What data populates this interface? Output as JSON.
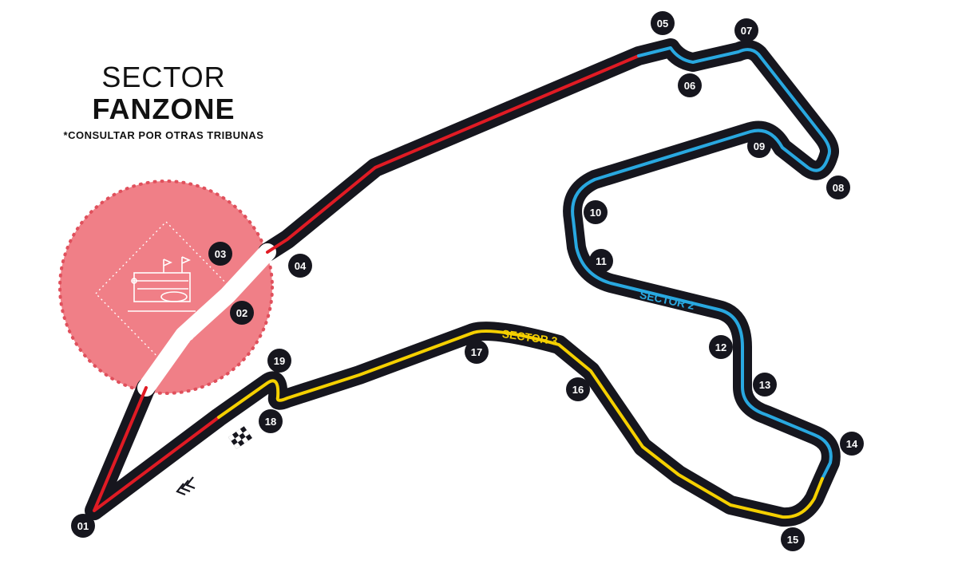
{
  "title": {
    "line1": "SECTOR",
    "line2": "FANZONE",
    "note": "*CONSULTAR POR OTRAS TRIBUNAS"
  },
  "sectors": [
    {
      "label": "SECTOR 2",
      "color": "#29a8e0"
    },
    {
      "label": "SECTOR 3",
      "color": "#f5d000"
    }
  ],
  "sector1_color": "#e01b24",
  "fanzone_color": "#f07f87",
  "turns": [
    "01",
    "02",
    "03",
    "04",
    "05",
    "06",
    "07",
    "08",
    "09",
    "10",
    "11",
    "12",
    "13",
    "14",
    "15",
    "16",
    "17",
    "18",
    "19"
  ],
  "icons": {
    "fanzone": "grandstand-icon",
    "finish": "checkered-flag-icon",
    "direction": "race-direction-chevrons-icon"
  }
}
